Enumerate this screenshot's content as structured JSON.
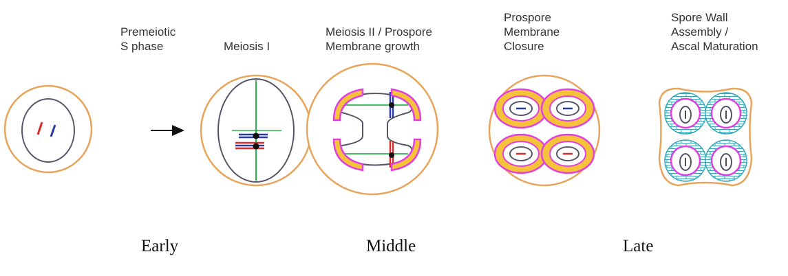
{
  "stage_labels": {
    "premeiotic": "Premeiotic\nS phase",
    "meiosis1": "Meiosis I",
    "meiosis2": "Meiosis II / Prospore\nMembrane growth",
    "closure": "Prospore\nMembrane\nClosure",
    "assembly": "Spore Wall\nAssembly /\nAscal Maturation"
  },
  "phase_labels": {
    "early": "Early",
    "middle": "Middle",
    "late": "Late"
  },
  "colors": {
    "cell_outline": "#e8a45a",
    "nucleus_outline": "#555566",
    "spindle": "#2ab34a",
    "chromosome_red": "#d62d2d",
    "chromosome_blue": "#2a3aa0",
    "prospore_membrane": "#e040e0",
    "prospore_fill": "#f6c23a",
    "spore_wall": "#3aa7b5"
  }
}
